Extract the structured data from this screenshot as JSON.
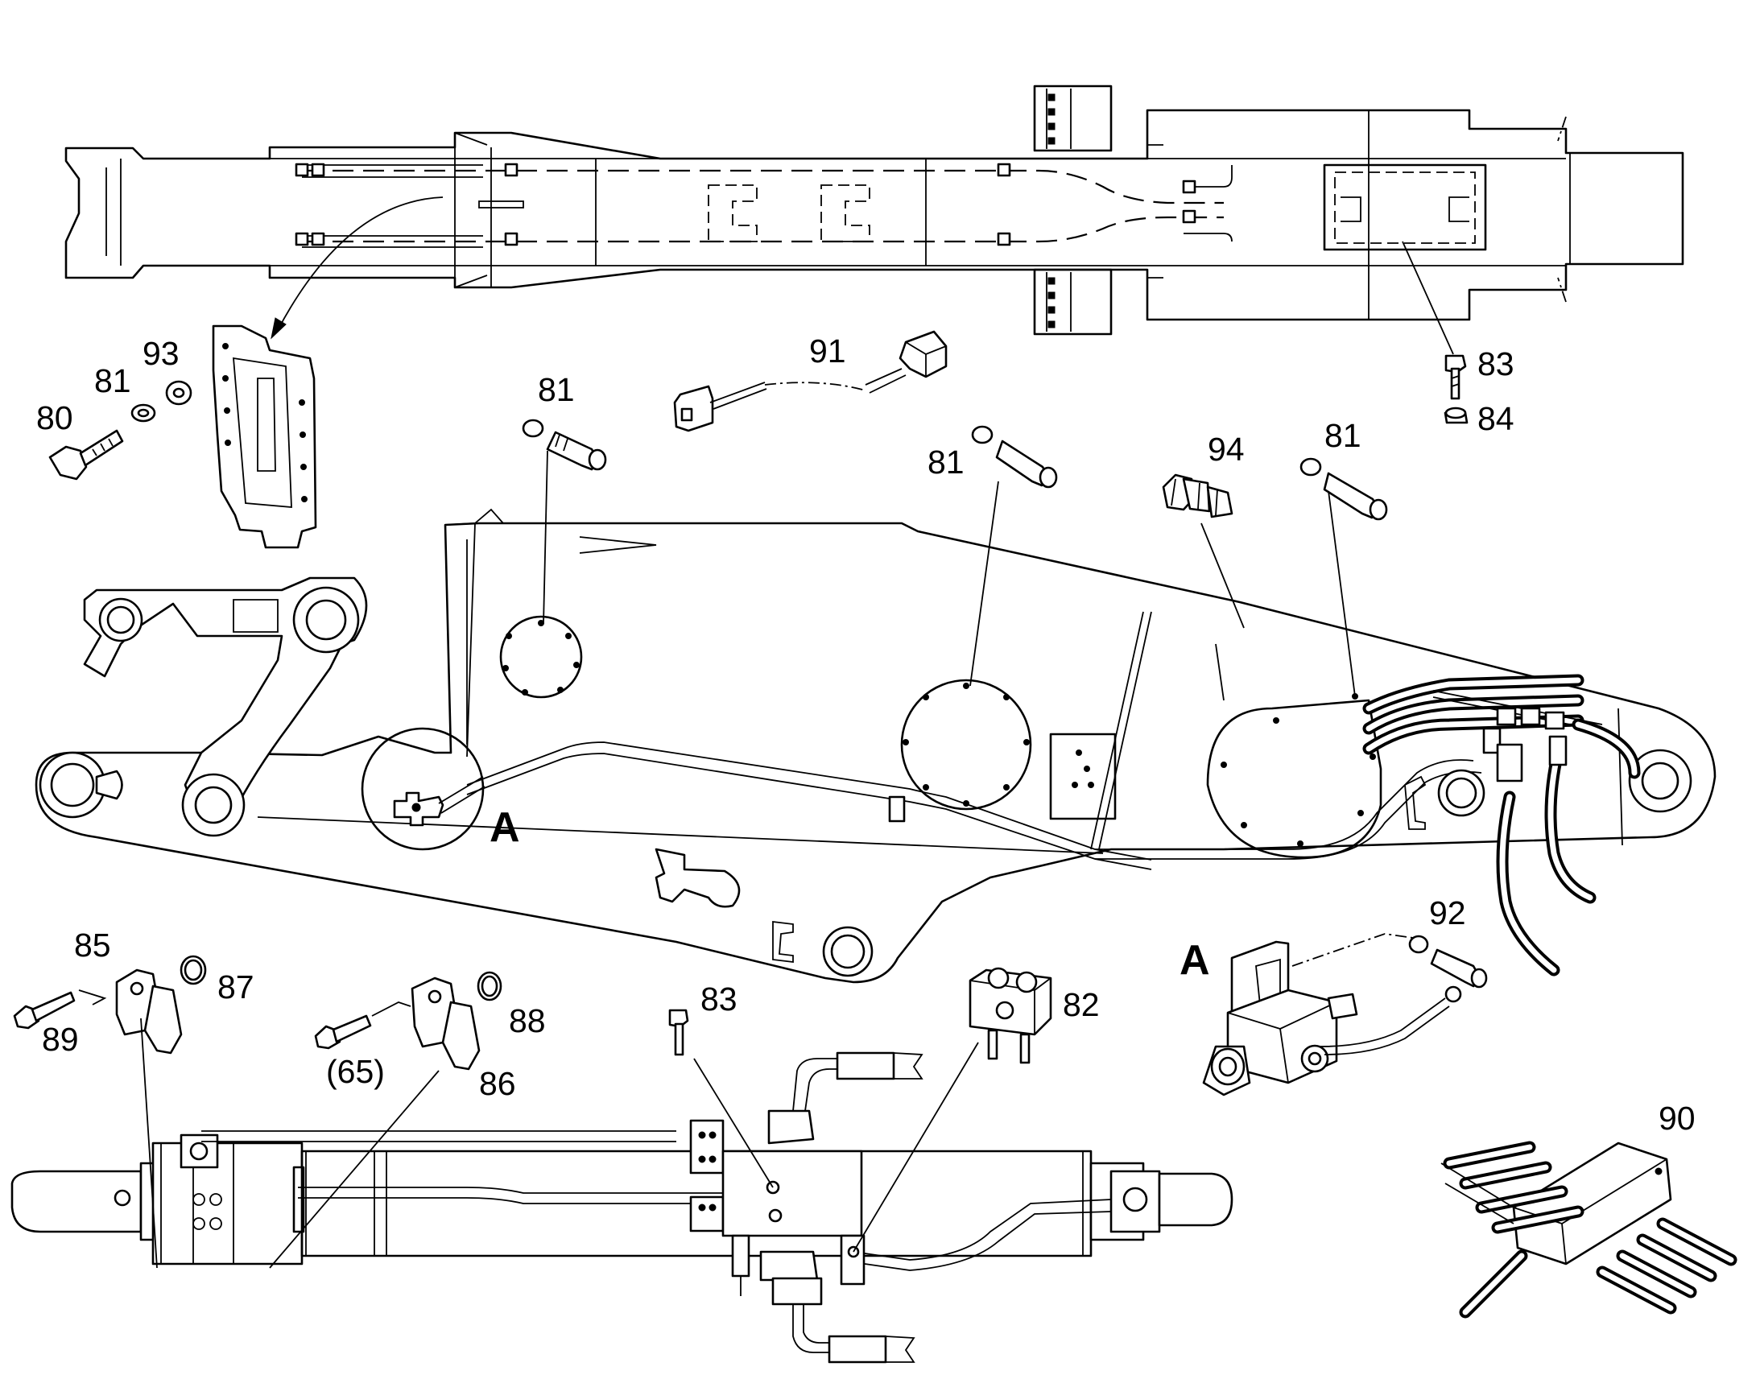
{
  "callouts": {
    "c80": "80",
    "c81_washer": "81",
    "c93": "93",
    "c81_cover_left": "81",
    "c91": "91",
    "c83_top": "83",
    "c84": "84",
    "c81_cover_center": "81",
    "c94": "94",
    "c81_cover_right": "81",
    "c92": "92",
    "c85": "85",
    "c87": "87",
    "c89": "89",
    "c65": "(65)",
    "c88": "88",
    "c86": "86",
    "c83_bottom": "83",
    "c82": "82",
    "c90": "90"
  },
  "view_marks": {
    "detail_on_boom": "A",
    "detail_view": "A"
  }
}
